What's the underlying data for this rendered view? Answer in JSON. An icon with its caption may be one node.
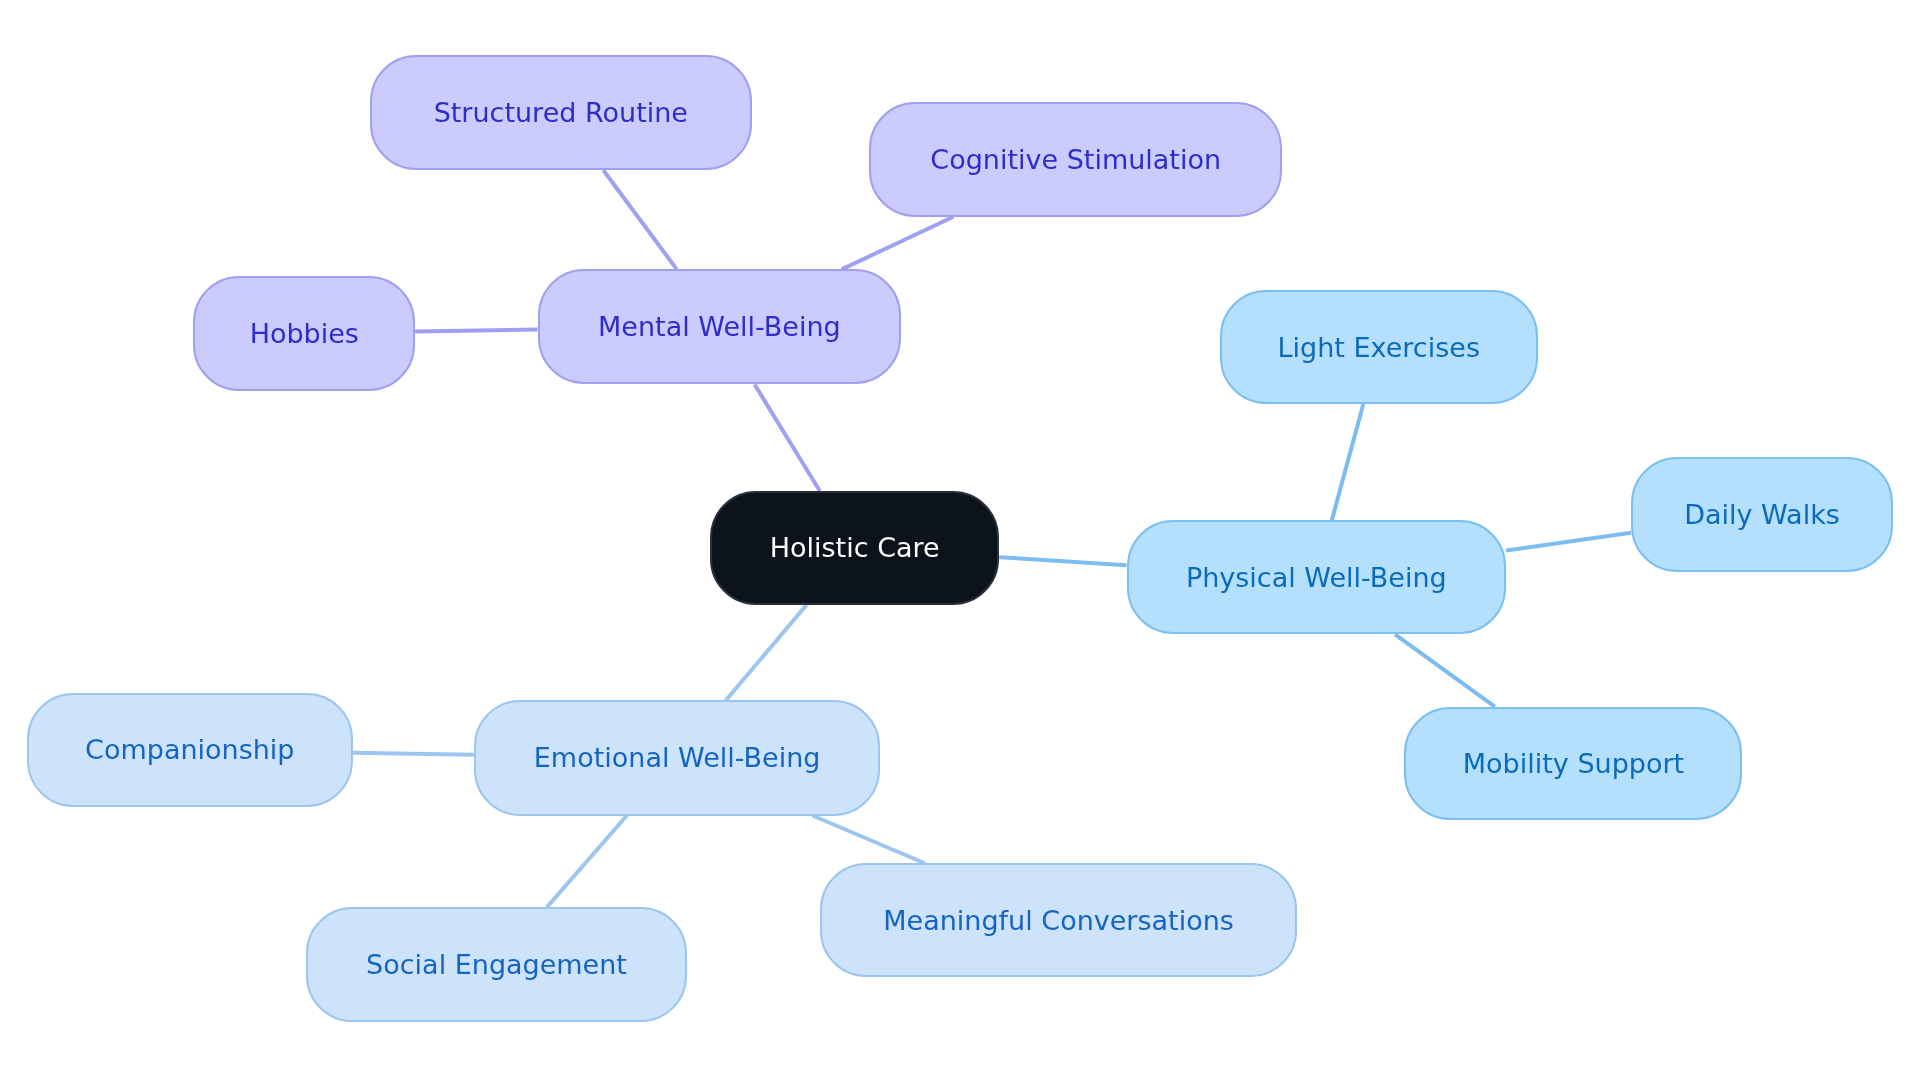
{
  "diagram": {
    "nodes": [
      {
        "text": [
          "Holistic Care"
        ]
      },
      {
        "text": [
          "Mental Well-Being"
        ]
      },
      {
        "text": [
          "Structured Routine"
        ]
      },
      {
        "text": [
          "Cognitive Stimulation"
        ]
      },
      {
        "text": [
          "Hobbies"
        ]
      },
      {
        "text": [
          "Physical Well-Being"
        ]
      },
      {
        "text": [
          "Light Exercises"
        ]
      },
      {
        "text": [
          "Daily Walks"
        ]
      },
      {
        "text": [
          "Mobility Support"
        ]
      },
      {
        "text": [
          "Emotional Well-Being"
        ]
      },
      {
        "text": [
          "Companionship"
        ]
      },
      {
        "text": [
          "Social Engagement"
        ]
      },
      {
        "text": [
          "Meaningful Conversations"
        ]
      }
    ],
    "edges": [
      {
        "from": 0,
        "to": 1,
        "arrow": "none",
        "color": "#a0a0f0"
      },
      {
        "from": 1,
        "to": 2,
        "arrow": "none",
        "color": "#a0a0f0"
      },
      {
        "from": 1,
        "to": 3,
        "arrow": "none",
        "color": "#a0a0f0"
      },
      {
        "from": 1,
        "to": 4,
        "arrow": "none",
        "color": "#a0a0f0"
      },
      {
        "from": 0,
        "to": 5,
        "arrow": "none",
        "color": "#7cbcf0"
      },
      {
        "from": 5,
        "to": 6,
        "arrow": "none",
        "color": "#7cbcf0"
      },
      {
        "from": 5,
        "to": 7,
        "arrow": "none",
        "color": "#7cbcf0"
      },
      {
        "from": 5,
        "to": 8,
        "arrow": "none",
        "color": "#7cbcf0"
      },
      {
        "from": 0,
        "to": 9,
        "arrow": "none",
        "color": "#9cc5ef"
      },
      {
        "from": 9,
        "to": 10,
        "arrow": "none",
        "color": "#9cc5ef"
      },
      {
        "from": 9,
        "to": 11,
        "arrow": "none",
        "color": "#9cc5ef"
      },
      {
        "from": 9,
        "to": 12,
        "arrow": "none",
        "color": "#9cc5ef"
      }
    ]
  }
}
